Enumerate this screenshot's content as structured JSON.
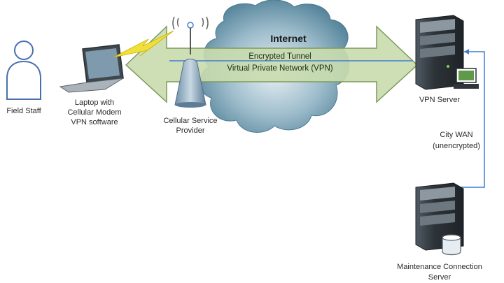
{
  "diagram": {
    "cloud_label": "Internet",
    "tunnel": {
      "line1": "Encrypted Tunnel",
      "line2": "Virtual Private Network (VPN)"
    },
    "nodes": {
      "field_staff": "Field Staff",
      "laptop": [
        "Laptop with",
        "Cellular Modem",
        "VPN software"
      ],
      "cellular": [
        "Cellular Service",
        "Provider"
      ],
      "vpn_server": "VPN Server",
      "city_wan": [
        "City WAN",
        "(unencrypted)"
      ],
      "maintenance": [
        "Maintenance Connection",
        "Server"
      ]
    },
    "colors": {
      "arrow_fill": "#c9dcae",
      "arrow_stroke": "#7d9a5a",
      "cloud_fill": "#5f8fa3",
      "lightning": "#f2e03a",
      "link_blue": "#3f7fd0",
      "person_outline": "#4a6fb0",
      "server_body": "#333a40"
    }
  }
}
